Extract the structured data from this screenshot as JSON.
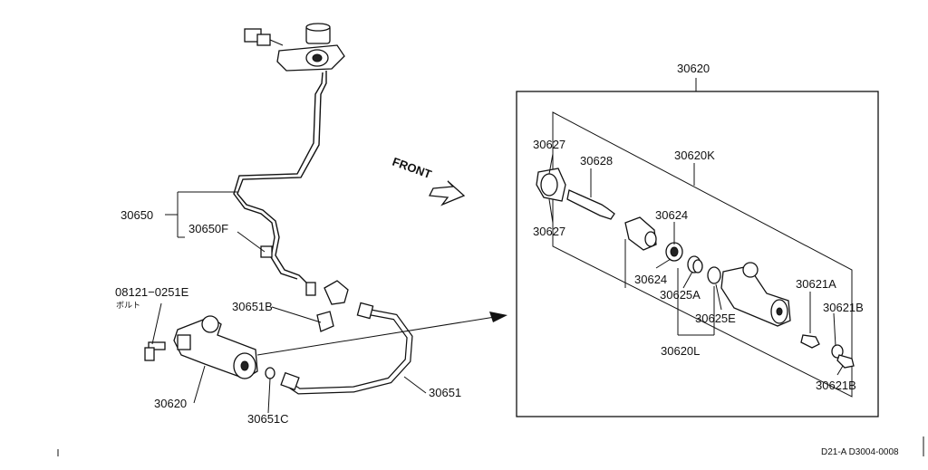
{
  "labels": {
    "assembly_top": "30620",
    "l30627_top": "30627",
    "l30628": "30628",
    "l30620K": "30620K",
    "l30624_a": "30624",
    "l30627_bot": "30627",
    "l30624_b": "30624",
    "l30625A": "30625A",
    "l30621A": "30621A",
    "l30621B_a": "30621B",
    "l30625E": "30625E",
    "l30620L": "30620L",
    "l30621B_b": "30621B",
    "l30650": "30650",
    "l30650F": "30650F",
    "l08121": "08121−0251E",
    "bolt_jp": "ボルト",
    "l30651B": "30651B",
    "l30620_left": "30620",
    "l30651C": "30651C",
    "l30651": "30651",
    "front": "FRONT",
    "code": "D21-A D3004-0008"
  }
}
